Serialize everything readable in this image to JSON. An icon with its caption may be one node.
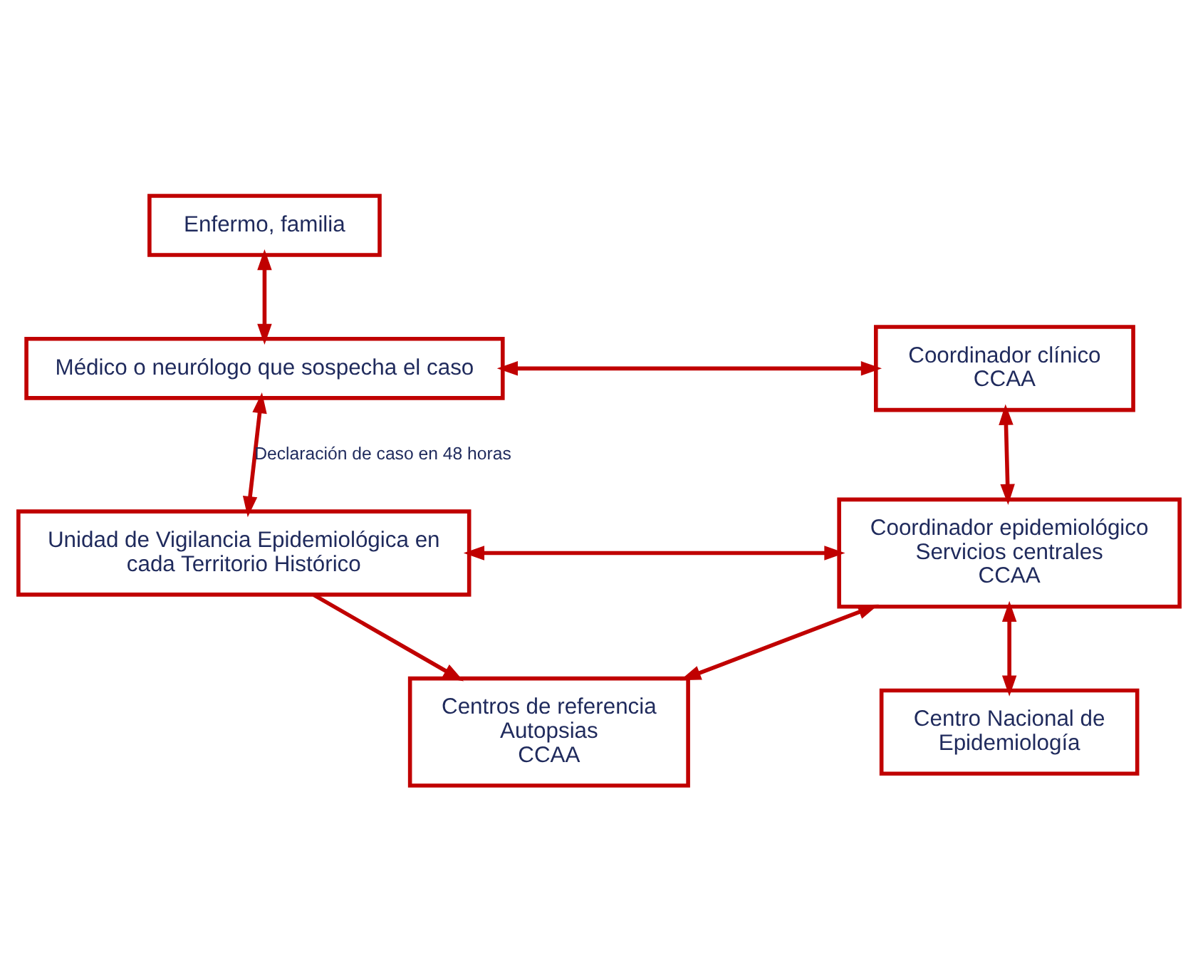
{
  "diagram": {
    "nodes": [
      {
        "text": [
          "Enfermo, familia"
        ]
      },
      {
        "text": [
          "Médico o neurólogo que sospecha el caso"
        ]
      },
      {
        "text": [
          "Coordinador clínico CCAA"
        ]
      },
      {
        "text": [
          "Unidad de Vigilancia Epidemiológica en cada Territorio Histórico"
        ]
      },
      {
        "text": [
          "Coordinador epidemiológico Servicios centrales CCAA"
        ]
      },
      {
        "text": [
          "Centros de referencia Autopsias CCAA"
        ]
      },
      {
        "text": [
          "Centro Nacional de Epidemiología"
        ]
      }
    ],
    "edges": [
      {
        "from": 0,
        "to": 1,
        "arrow": "both"
      },
      {
        "from": 1,
        "to": 2,
        "arrow": "both"
      },
      {
        "from": 1,
        "to": 3,
        "arrow": "both",
        "label": "Declaración de caso en 48 horas"
      },
      {
        "from": 2,
        "to": 4,
        "arrow": "both"
      },
      {
        "from": 3,
        "to": 4,
        "arrow": "both"
      },
      {
        "from": 4,
        "to": 5,
        "arrow": "both"
      },
      {
        "from": 4,
        "to": 6,
        "arrow": "both"
      },
      {
        "from": 3,
        "to": 5,
        "arrow": "to"
      }
    ]
  }
}
